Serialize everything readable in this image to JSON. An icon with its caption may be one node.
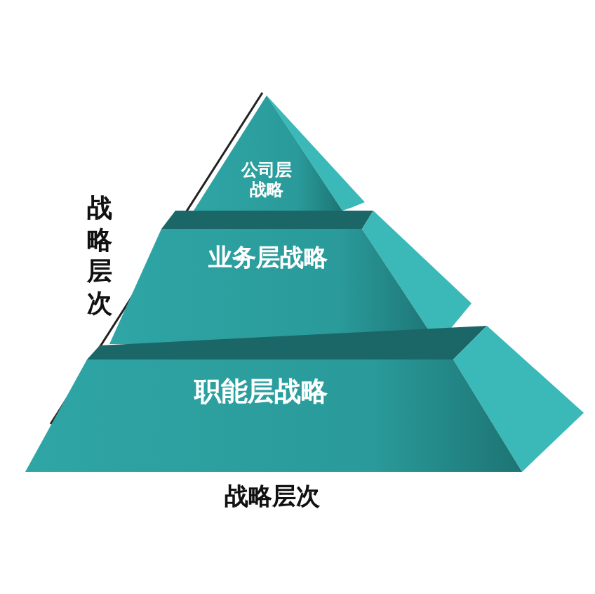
{
  "diagram": {
    "nodes": [
      {
        "text": [
          "公司层战略"
        ]
      },
      {
        "text": [
          "业务层战略"
        ]
      },
      {
        "text": [
          "职能层战略"
        ]
      }
    ],
    "labels": [
      "战略层次",
      "战略层次"
    ]
  }
}
